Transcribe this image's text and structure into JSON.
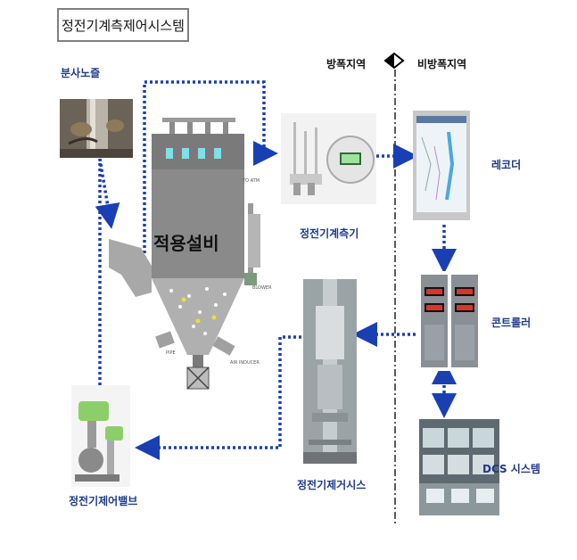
{
  "title": "정전기계측제어시스템",
  "zones": {
    "left": "방폭지역",
    "right": "비방폭지역"
  },
  "labels": {
    "nozzle": "분사노즐",
    "equipment": "적용설비",
    "meter": "정전기계측기",
    "recorder": "레코더",
    "controller": "콘트롤러",
    "dcs": "DCS 시스템",
    "eliminator": "정전기제거시스",
    "valve": "정전기제어밸브"
  },
  "equipment_tags": {
    "top_right": "TO ATM",
    "side": "BLOWER",
    "bottom_left": "PIPE",
    "bottom_right": "AIR INDUCER"
  },
  "colors": {
    "flow_arrow": "#1a3fb3",
    "divider": "#222222"
  }
}
